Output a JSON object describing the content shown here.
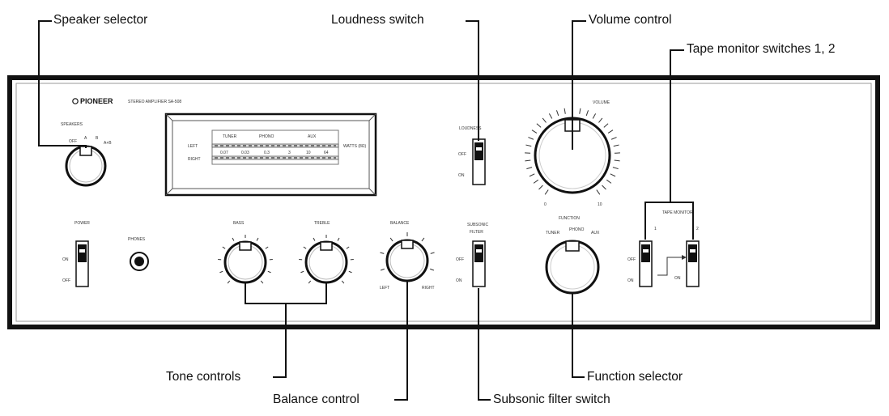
{
  "callouts": {
    "speaker_selector": "Speaker selector",
    "loudness_switch": "Loudness switch",
    "volume_control": "Volume control",
    "tape_monitor": "Tape monitor switches 1, 2",
    "tone_controls": "Tone controls",
    "function_selector": "Function selector",
    "balance_control": "Balance control",
    "subsonic_filter": "Subsonic filter switch"
  },
  "panel": {
    "brand": "PIONEER",
    "model_line": "STEREO AMPLIFIER SA-508",
    "speakers": "SPEAKERS",
    "speaker_positions": [
      "OFF",
      "A",
      "B",
      "A+B"
    ],
    "meter_inputs": [
      "TUNER",
      "PHONO",
      "AUX"
    ],
    "meter_channels": [
      "LEFT",
      "RIGHT"
    ],
    "meter_values": [
      "0.07",
      "0.03",
      "0.3",
      "3",
      "10",
      "64"
    ],
    "meter_unit": "WATTS (8Ω)",
    "loudness": "LOUDNESS",
    "volume": "VOLUME",
    "volume_scale": [
      "0",
      "10"
    ],
    "power": "POWER",
    "phones": "PHONES",
    "bass": "BASS",
    "treble": "TREBLE",
    "balance": "BALANCE",
    "balance_sides": [
      "LEFT",
      "RIGHT"
    ],
    "subsonic": "SUBSONIC",
    "filter": "FILTER",
    "function": "FUNCTION",
    "function_positions": [
      "TUNER",
      "PHONO",
      "AUX"
    ],
    "tape_monitor": "TAPE MONITOR",
    "tape_numbers": [
      "1",
      "2"
    ],
    "switch_on": "ON",
    "switch_off": "OFF"
  }
}
